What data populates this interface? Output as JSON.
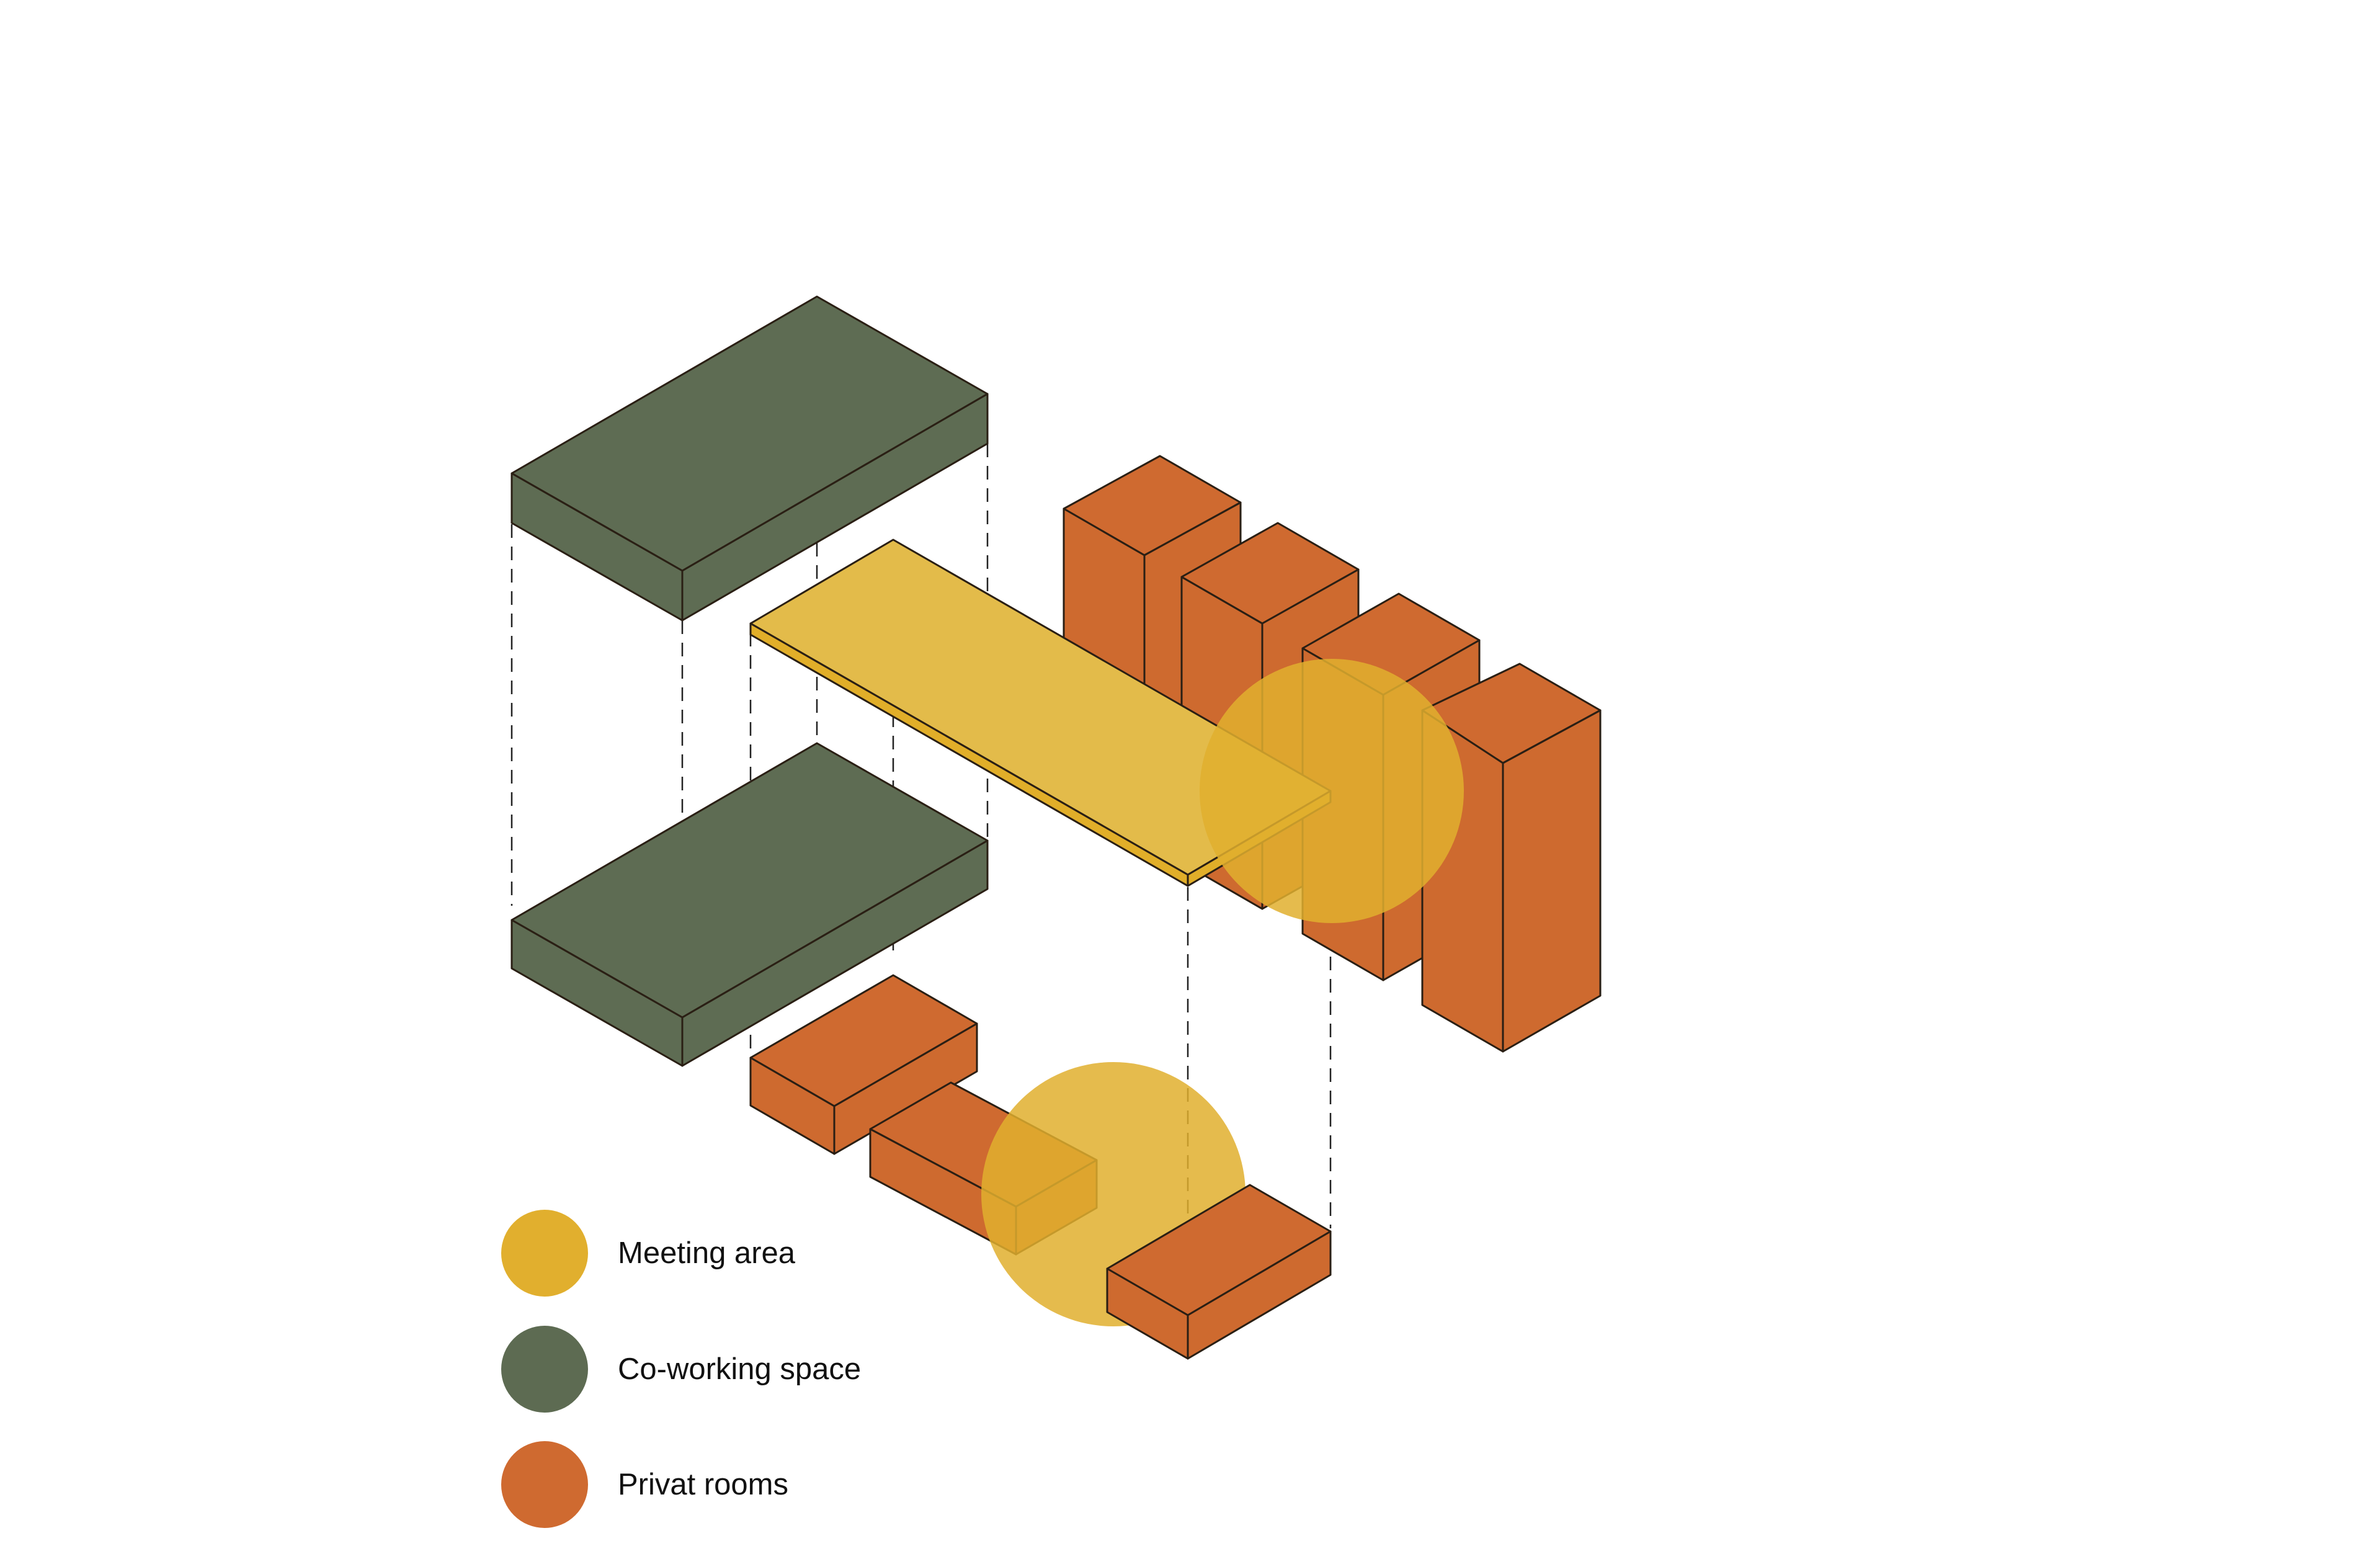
{
  "legend": {
    "meeting": {
      "label": "Meeting area",
      "color": "#E1AF2E"
    },
    "coworking": {
      "label": "Co-working space",
      "color": "#5D6B52"
    },
    "private": {
      "label": "Privat rooms",
      "color": "#CF6A30"
    }
  },
  "palette": {
    "green_top": "#5E6C53",
    "green_side_left": "#5E6C53",
    "green_side_right": "#5E6C53",
    "orange_top": "#CF6A30",
    "orange_side": "#CE6A2F",
    "yellow_top": "#E3BB4A",
    "yellow_edge": "#E1AE29",
    "meeting_circle": "#E1AF2E",
    "meeting_circle_opacity": 0.85,
    "outline": "#2a1f14",
    "dashed": "#222222"
  },
  "icons": {
    "legend_meeting": "yellow-circle-icon",
    "legend_coworking": "green-circle-icon",
    "legend_private": "orange-circle-icon"
  }
}
